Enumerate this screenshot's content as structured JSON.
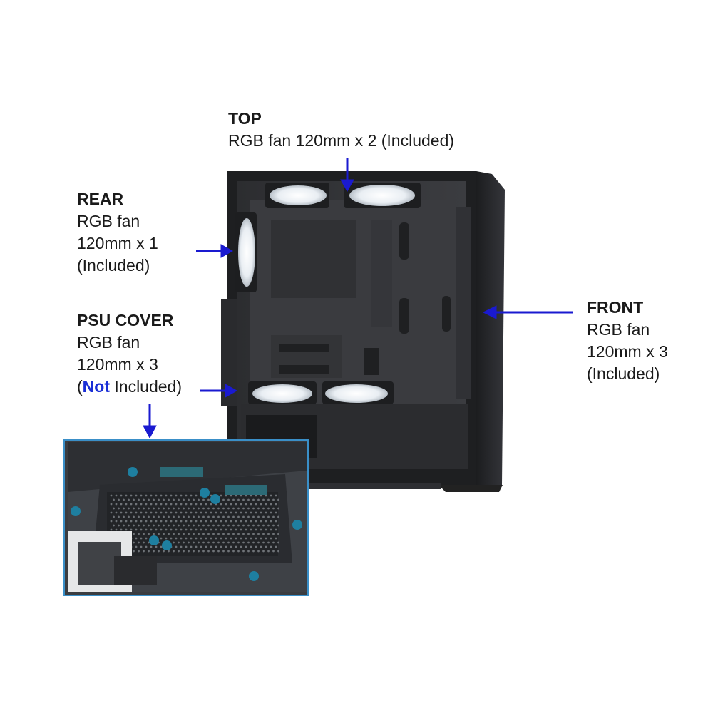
{
  "colors": {
    "arrow": "#1a1ad0",
    "accent": "#1a2fd6",
    "case": "#2a2b2d",
    "inset_frame": "#3a8fc8",
    "standoff": "#1e7fa0"
  },
  "labels": {
    "top": {
      "heading": "TOP",
      "lines": [
        "RGB fan 120mm x 2 (Included)"
      ]
    },
    "rear": {
      "heading": "REAR",
      "lines": [
        "RGB fan",
        "120mm x 1",
        "(Included)"
      ]
    },
    "psu": {
      "heading": "PSU COVER",
      "lines": [
        "RGB fan",
        "120mm x 3"
      ],
      "last_prefix": "(",
      "last_accent": "Not",
      "last_suffix": " Included)"
    },
    "front": {
      "heading": "FRONT",
      "lines": [
        "RGB fan",
        "120mm x 3",
        "(Included)"
      ]
    }
  }
}
